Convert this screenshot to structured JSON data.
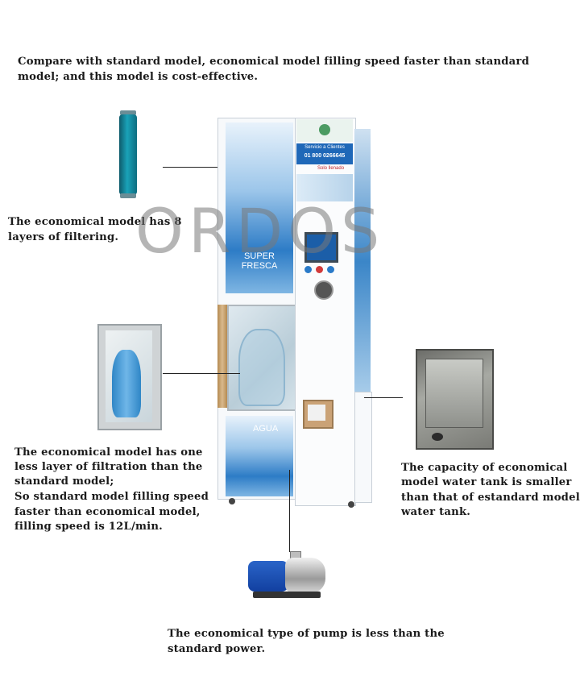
{
  "intro": {
    "line1": "Compare with standard model,  economical model filling speed faster than standard",
    "line2": "model; and this model is cost-effective."
  },
  "watermark": "ORDOS",
  "filter_note": {
    "line1": "The economical model has 8",
    "line2": "layers of filtering."
  },
  "door_note": {
    "line1": "The economical model has one",
    "line2": "less layer of filtration than the",
    "line3": "standard model;",
    "line4": "So standard model filling speed",
    "line5": "faster than economical model,",
    "line6": "filling speed is 12L/min."
  },
  "tank_note": {
    "line1": "The capacity of economical",
    "line2": "model water tank is smaller",
    "line3": "than that of estandard model",
    "line4": "water tank."
  },
  "pump_note": {
    "line1": "The economical type of pump is less than the",
    "line2": "standard power."
  },
  "machine": {
    "service_line1": "Servicio a Clientes",
    "service_line2": "01 800 0266645",
    "solo_label": "Solo llenado",
    "super_fresca": "SUPER FRESCA",
    "agua": "AGUA"
  },
  "colors": {
    "text": "#1a1a1a",
    "machine_blue": "#2d7cc6",
    "watermark": "#787878"
  }
}
